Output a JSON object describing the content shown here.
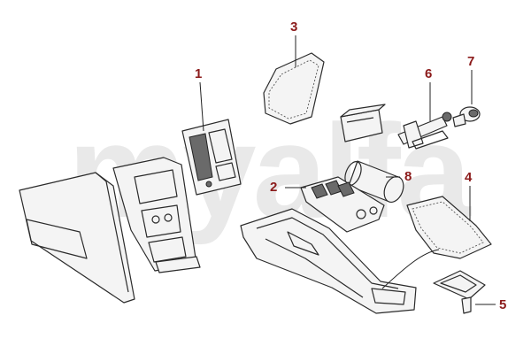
{
  "watermark": {
    "text": "myalfa"
  },
  "callouts": [
    {
      "id": "1",
      "label": "1"
    },
    {
      "id": "2",
      "label": "2"
    },
    {
      "id": "3",
      "label": "3"
    },
    {
      "id": "4",
      "label": "4"
    },
    {
      "id": "5",
      "label": "5"
    },
    {
      "id": "6",
      "label": "6"
    },
    {
      "id": "7",
      "label": "7"
    },
    {
      "id": "8",
      "label": "8"
    }
  ],
  "colors": {
    "callout": "#8b1a1a",
    "line": "#2b2b2b",
    "watermark": "#e9e9e9"
  }
}
